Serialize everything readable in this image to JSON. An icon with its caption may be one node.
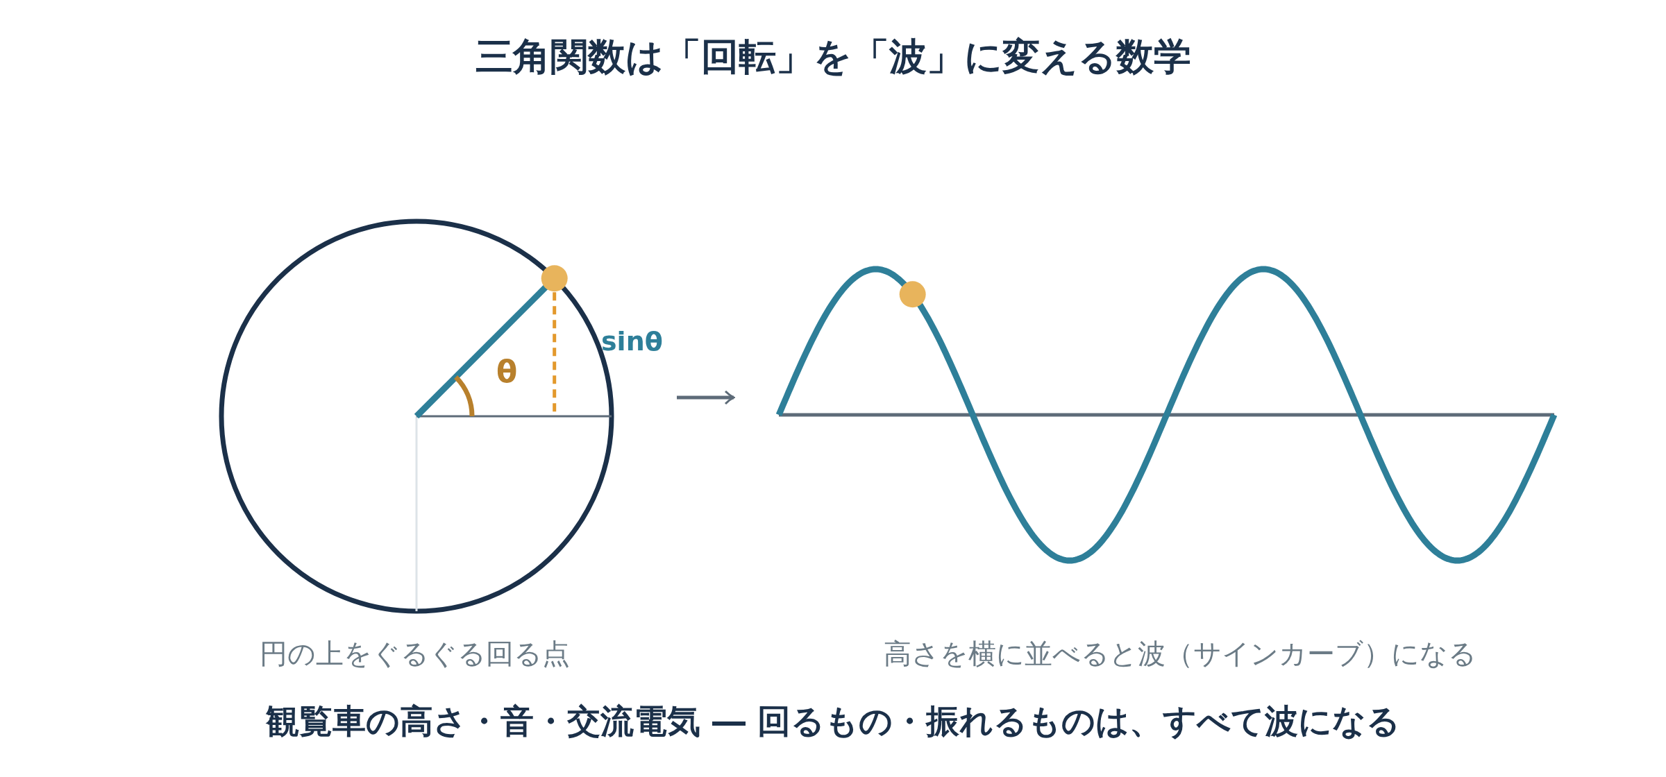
{
  "diagram": {
    "title": "三角関数は「回転」を「波」に変える数学",
    "nodes": [
      {
        "text": [],
        "shape": "circle",
        "beside": [
          "円の上をぐるぐる回る点"
        ]
      },
      {
        "text": [],
        "shape": "picture",
        "beside": [
          "高さを横に並べると波（サインカーブ）になる"
        ]
      }
    ],
    "edges": [
      {
        "from": 0,
        "to": 1,
        "arrow": "to"
      }
    ],
    "labels": [
      "θ",
      "sinθ"
    ],
    "caption": "観覧車の高さ・音・交流電気 ― 回るもの・振れるものは、すべて波になる"
  }
}
